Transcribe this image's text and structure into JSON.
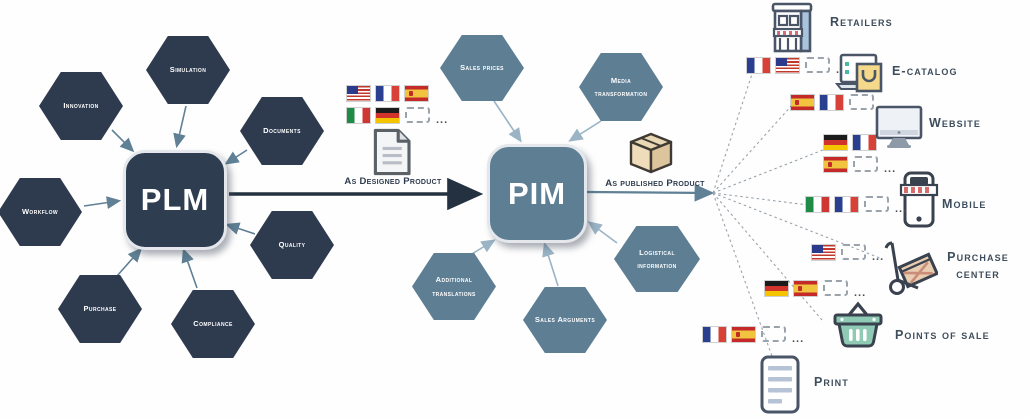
{
  "plm": {
    "title": "PLM",
    "hexagons": [
      "Simulation",
      "Innovation",
      "Documents",
      "Workflow",
      "Quality",
      "Purchase",
      "Compliance"
    ]
  },
  "pim": {
    "title": "PIM",
    "hexagons": [
      "Sales prices",
      "Media transformation",
      "Logistical information",
      "Sales Arguments",
      "Additional translations"
    ]
  },
  "designed_product": {
    "label": "As Designed Product",
    "icon": "document-icon",
    "flag_rows": [
      [
        "us",
        "fr",
        "es"
      ],
      [
        "it",
        "de",
        "other"
      ]
    ],
    "more": "..."
  },
  "published_product": {
    "label": "As published Product",
    "icon": "package-icon"
  },
  "channels": [
    {
      "label": "Retailers",
      "icon": "storefront-icon",
      "flag_rows": [
        [
          "fr",
          "us",
          "other"
        ]
      ],
      "more": "..."
    },
    {
      "label": "E-catalog",
      "icon": "laptop-shopping-bag-icon",
      "flag_rows": [
        [
          "es",
          "fr",
          "other"
        ]
      ],
      "more": "..."
    },
    {
      "label": "Website",
      "icon": "desktop-monitor-icon",
      "flag_rows": [
        [
          "de",
          "fr"
        ],
        [
          "es",
          "other"
        ]
      ],
      "more": "..."
    },
    {
      "label": "Mobile",
      "icon": "mobile-store-icon",
      "flag_rows": [
        [
          "it",
          "fr",
          "other"
        ]
      ],
      "more": "..."
    },
    {
      "label": "Purchase center",
      "icon": "hand-truck-icon",
      "flag_rows": [
        [
          "us",
          "other"
        ]
      ],
      "more": "..."
    },
    {
      "label": "Points of sale",
      "icon": "shopping-basket-icon",
      "flag_rows": [
        [
          "de",
          "es",
          "other"
        ]
      ],
      "more": "..."
    },
    {
      "label": "Print",
      "icon": "print-document-icon",
      "flag_rows": [
        [
          "fr",
          "es",
          "other"
        ]
      ],
      "more": "..."
    }
  ],
  "colors": {
    "plm_node": "#2e3d50",
    "plm_hexagon": "#2e3b4e",
    "pim_node": "#5d7e93",
    "pim_hexagon": "#5d7e93",
    "main_arrow": "#233140",
    "steel_arrow": "#5f8095",
    "light_arrow": "#9ab4c6",
    "dotted_line": "#9aa3ab",
    "label_text": "#3d4d5c"
  }
}
